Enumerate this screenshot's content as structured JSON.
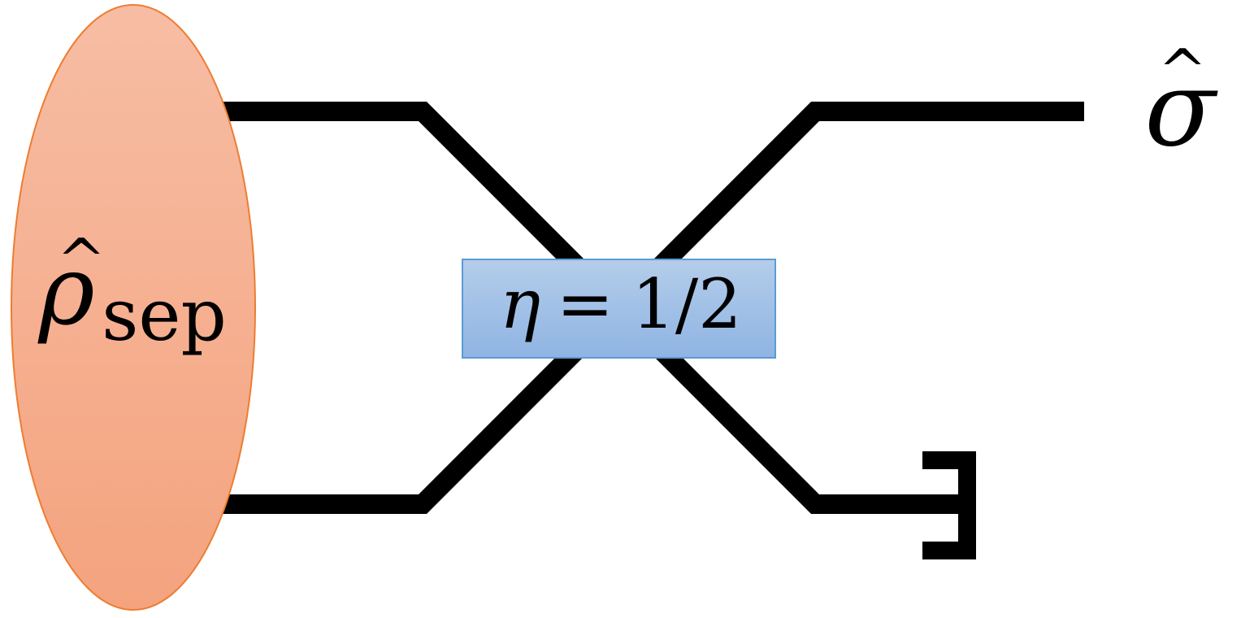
{
  "source_state": {
    "symbol": "ρ",
    "subscript": "sep",
    "hat": "^"
  },
  "beam_splitter": {
    "label_symbol": "η",
    "label_relation": "=",
    "label_value": "1/2"
  },
  "output_state": {
    "symbol": "σ",
    "hat": "^"
  },
  "colors": {
    "source_fill_top": "#f7bda4",
    "source_fill_bottom": "#f4a37e",
    "source_stroke": "#ed7d31",
    "splitter_fill_top": "#b4cdea",
    "splitter_fill_bottom": "#8fb4e3",
    "splitter_stroke": "#5b9bd5",
    "wire": "#000000"
  }
}
